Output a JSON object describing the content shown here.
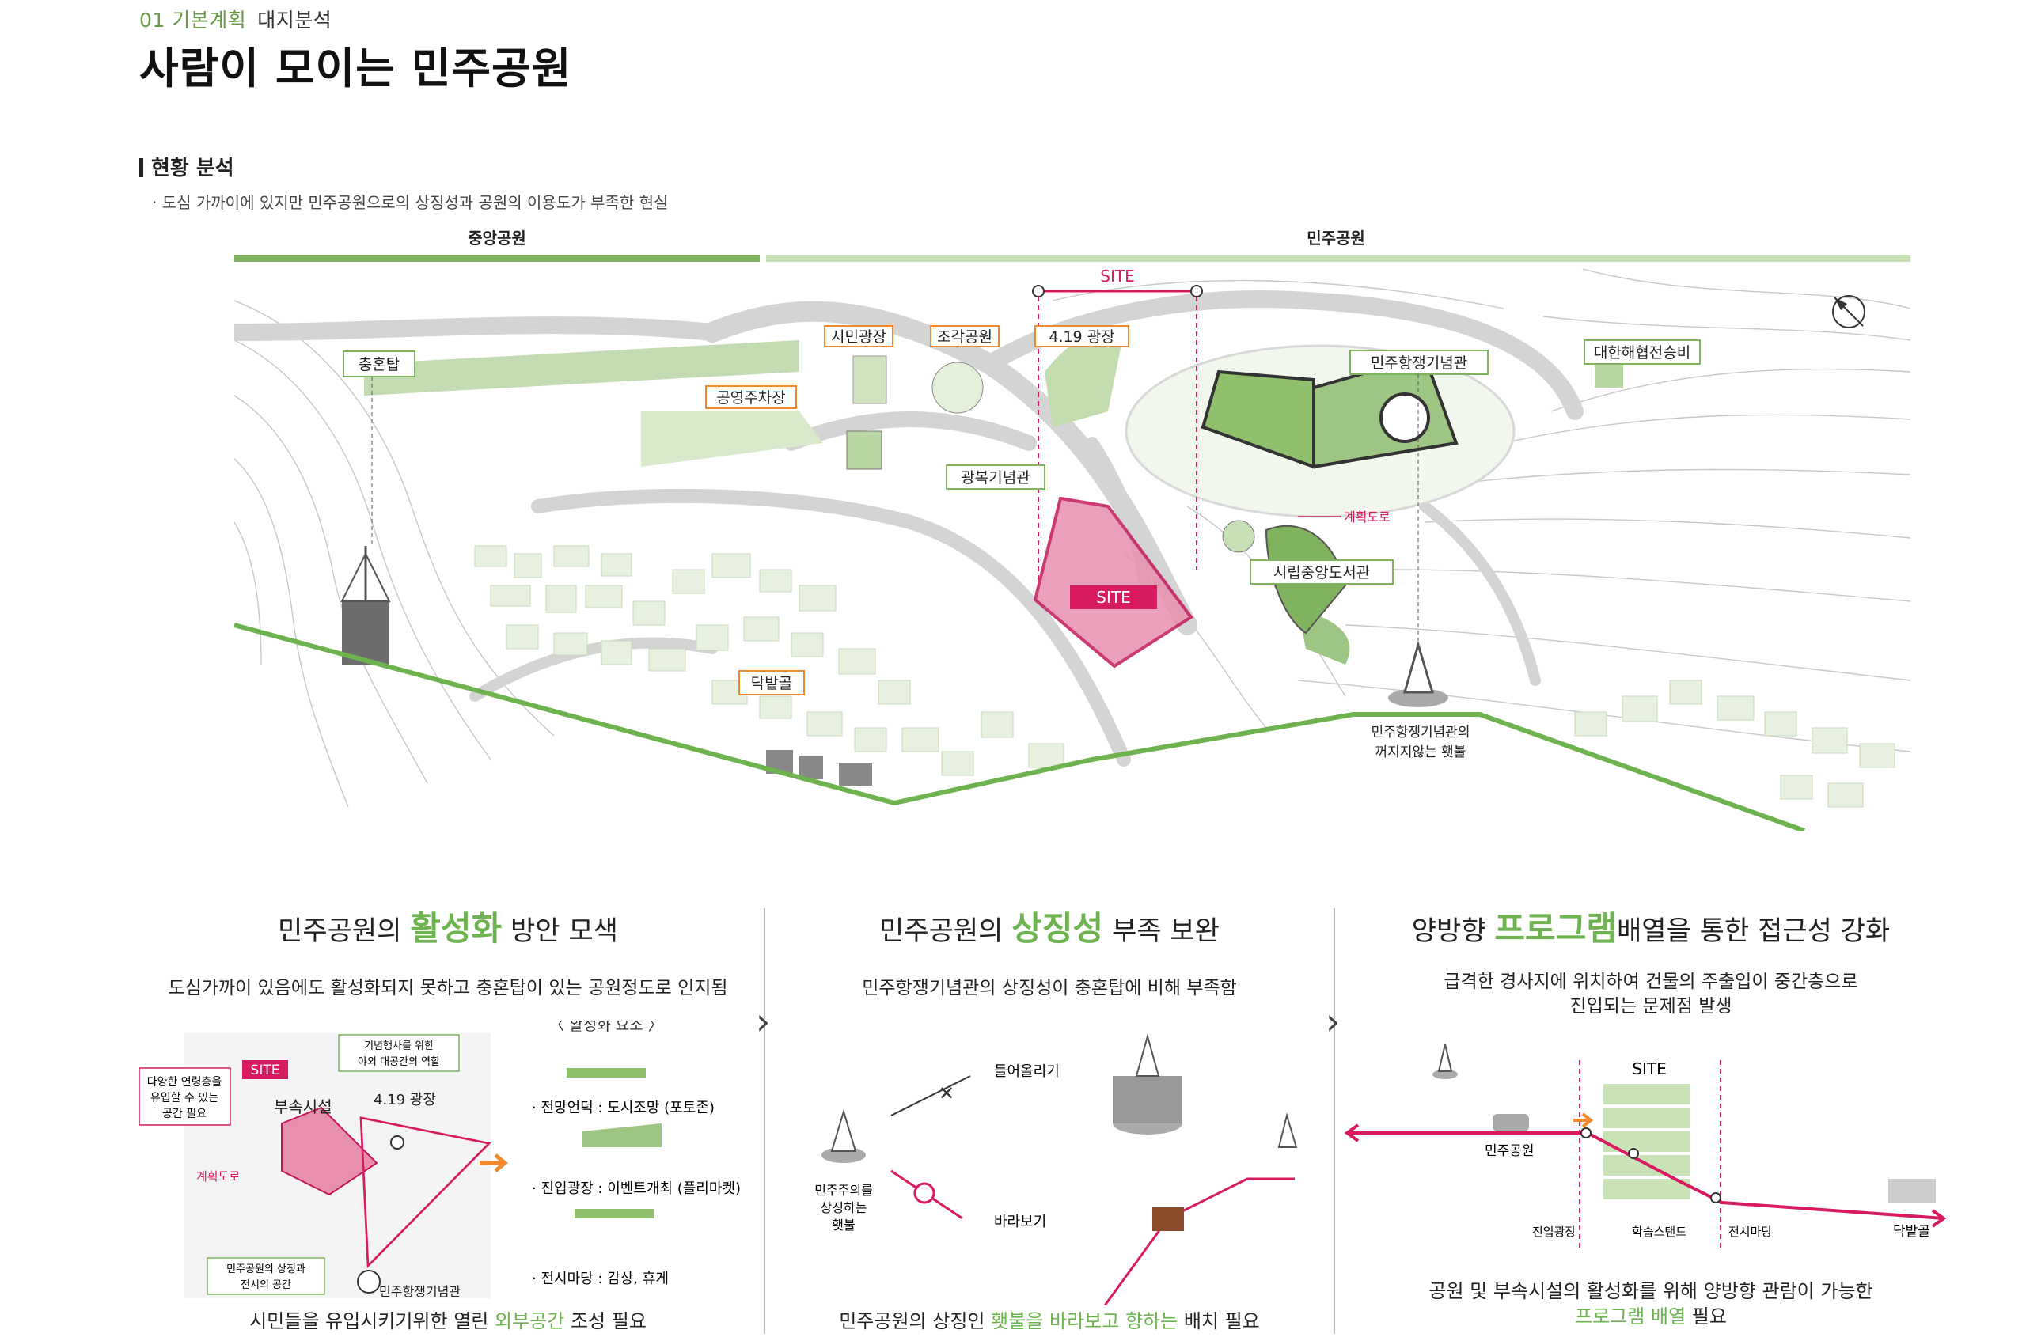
{
  "header": {
    "kicker": "01 기본계획",
    "kicker_sub": "대지분석",
    "title": "사람이 모이는 민주공원"
  },
  "section": {
    "title": "현황 분석",
    "bullet": "· 도심 가까이에 있지만 민주공원으로의 상징성과 공원의 이용도가 부족한 현실"
  },
  "map": {
    "band_left": "중앙공원",
    "band_right": "민주공원",
    "site_top": "SITE",
    "site_block": "SITE",
    "labels": {
      "chunghontap": "충혼탑",
      "simin": "시민광장",
      "jogak": "조각공원",
      "p419": "4.19 광장",
      "parking": "공영주차장",
      "gwangbok": "광복기념관",
      "minju_hall": "민주항쟁기념관",
      "daehan": "대한해협전승비",
      "library": "시립중앙도서관",
      "dakbat": "닥밭골",
      "plan_road": "계획도로",
      "torch_line1": "민주항쟁기념관의",
      "torch_line2": "꺼지지않는 횃불"
    },
    "colors": {
      "pink": "#d81b60",
      "orange": "#f08a2c",
      "green": "#8fc06c",
      "green_dark": "#6db34f"
    }
  },
  "panels": [
    {
      "title_pre": "민주공원의 ",
      "title_hl": "활성화",
      "title_post": " 방안 모색",
      "desc": "도심가까이 있음에도 활성화되지 못하고 충혼탑이 있는 공원정도로 인지됨",
      "foot_pre": "시민들을 유입시키기위한 열린 ",
      "foot_hl": "외부공간",
      "foot_post": " 조성 필요",
      "diagram": {
        "site": "SITE",
        "facility": "부속시설",
        "plaza": "4.19 광장",
        "memorial": "민주항쟁기념관",
        "plan_road": "계획도로",
        "callout_left": [
          "다양한 연령층을",
          "유입할 수 있는",
          "공간 필요"
        ],
        "callout_top": [
          "기념행사를 위한",
          "야외 대공간의 역할"
        ],
        "callout_bottom": [
          "민주공원의 상징과",
          "전시의 공간"
        ],
        "elements_title": "〈 활성화 요소 〉",
        "elements": [
          "· 전망언덕 : 도시조망 (포토존)",
          "· 진입광장 : 이벤트개최 (플리마켓)",
          "· 전시마당 : 감상, 휴게"
        ]
      }
    },
    {
      "title_pre": "민주공원의 ",
      "title_hl": "상징성",
      "title_post": " 부족 보완",
      "desc": "민주항쟁기념관의 상징성이 충혼탑에 비해 부족함",
      "foot_pre": "민주공원의 상징인 ",
      "foot_hl": "횃불을 바라보고 향하는",
      "foot_post": " 배치 필요",
      "diagram": {
        "lift": "들어올리기",
        "look": "바라보기",
        "torch_label": [
          "민주주의를",
          "상징하는",
          "횃불"
        ]
      }
    },
    {
      "title_pre": "양방향 ",
      "title_hl": "프로그램",
      "title_post": "배열을 통한 접근성 강화",
      "desc_lines": [
        "급격한 경사지에 위치하여 건물의 주출입이 중간층으로",
        "진입되는 문제점 발생"
      ],
      "foot_line1": "공원 및 부속시설의 활성화를 위해 양방향 관람이 가능한",
      "foot_hl": "프로그램 배열",
      "foot_post": " 필요",
      "diagram": {
        "site": "SITE",
        "minju_park": "민주공원",
        "dakbat": "닥밭골",
        "entry": "진입광장",
        "stand": "학습스탠드",
        "exhibit": "전시마당"
      }
    }
  ]
}
